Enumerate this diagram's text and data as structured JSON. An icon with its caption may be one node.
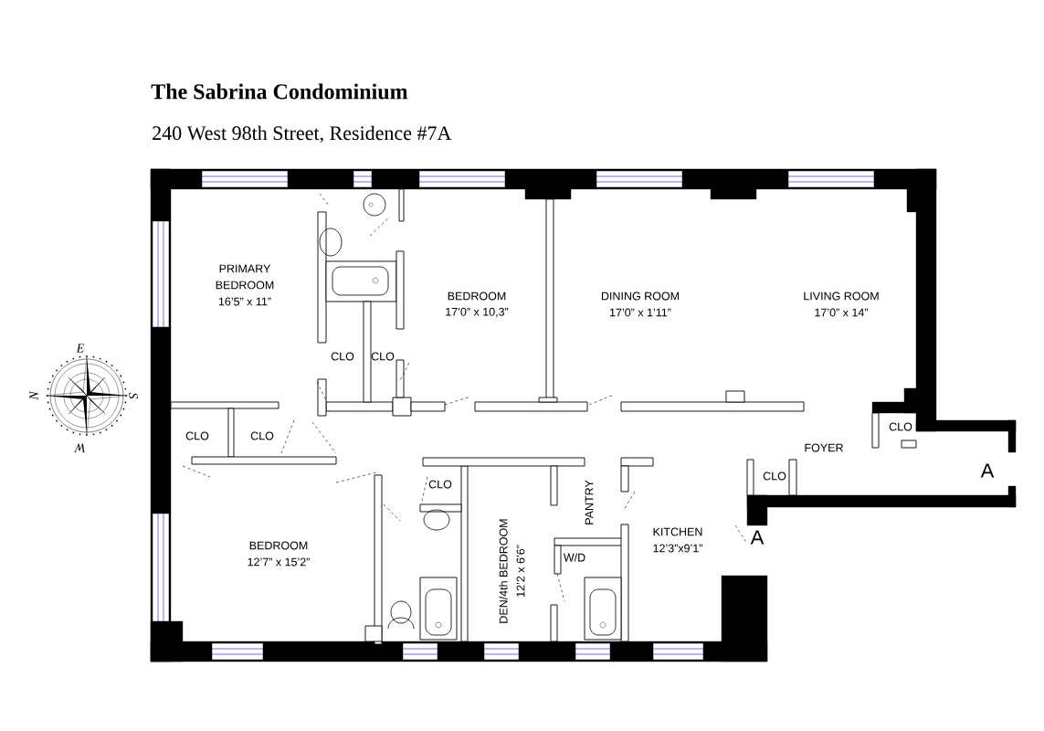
{
  "diagram": {
    "title": "The Sabrina Condominium",
    "labels": [
      "240 West 98th Street, Residence #7A",
      "PRIMARY BEDROOM",
      "16’5” x 11”",
      "BEDROOM",
      "17’0” x 10,3”",
      "DINING ROOM",
      "17’0” x 1’11”",
      "LIVING ROOM",
      "17’0” x 14”",
      "E",
      "CLO",
      "CLO",
      "N",
      "S",
      "CLO",
      "CLO",
      "CLO",
      "W",
      "FOYER",
      "CLO",
      "PANTRY",
      "CLO",
      "A",
      "DEN/4th BEDROOM",
      "12’2 x 6’6”",
      "BEDROOM",
      "12’7” x 15’2”",
      "KITCHEN",
      "12’3”x9’1”",
      "W/D",
      "A"
    ]
  }
}
